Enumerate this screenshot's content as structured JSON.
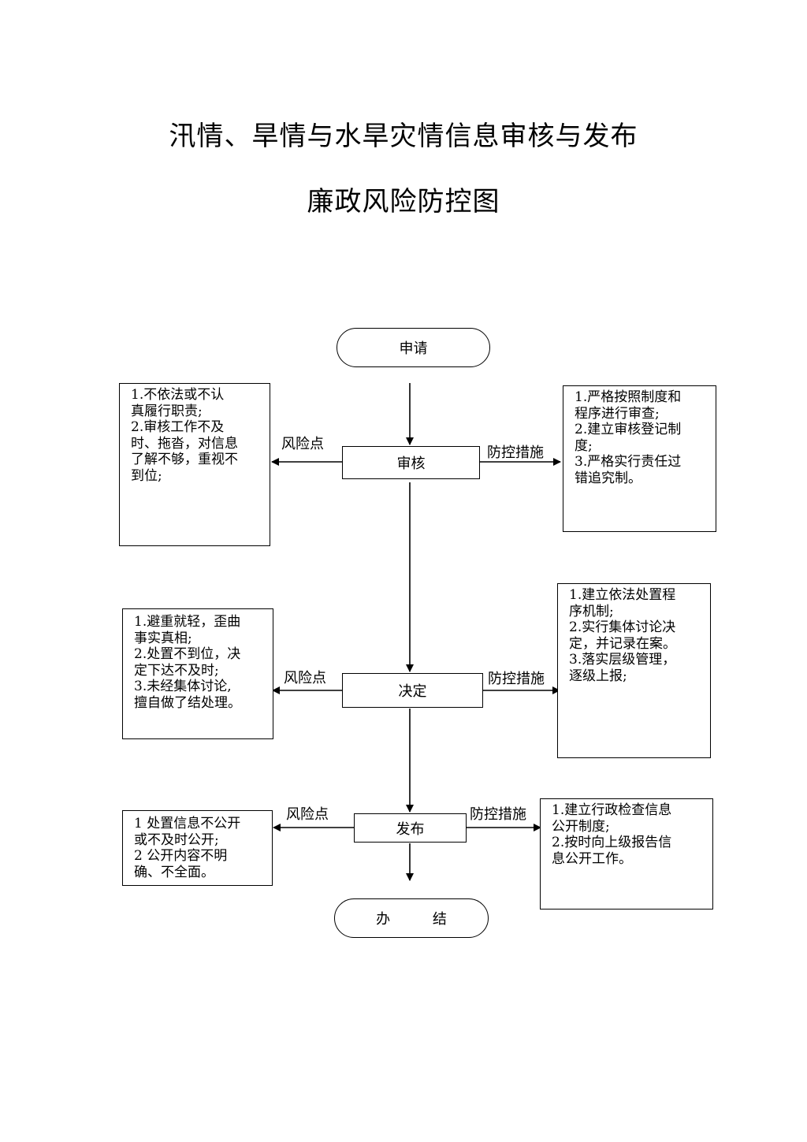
{
  "title_line1": "汛情、旱情与水旱灾情信息审核与发布",
  "title_line2": "廉政风险防控图",
  "nodes": {
    "start": "申请",
    "review": "审核",
    "decide": "决定",
    "publish": "发布",
    "end": "办 结"
  },
  "labels": {
    "risk": "风险点",
    "control": "防控措施"
  },
  "risk_boxes": {
    "review": [
      "1.不依法或不认",
      "真履行职责;",
      "2.审核工作不及",
      "时、拖沓，对信息",
      "了解不够，重视不",
      "到位;"
    ],
    "decide": [
      "1.避重就轻，歪曲",
      "事实真相;",
      "2.处置不到位，决",
      "定下达不及时;",
      "3.未经集体讨论,",
      "擅自做了结处理。"
    ],
    "publish": [
      "1 处置信息不公开",
      "或不及时公开;",
      "2 公开内容不明",
      "确、不全面。"
    ]
  },
  "control_boxes": {
    "review": [
      "1.严格按照制度和",
      "程序进行审查;",
      "2.建立审核登记制",
      "度;",
      "3.严格实行责任过",
      "错追究制。"
    ],
    "decide": [
      "1.建立依法处置程",
      "序机制;",
      "2.实行集体讨论决",
      "定，并记录在案。",
      "3.落实层级管理，",
      "逐级上报;"
    ],
    "publish": [
      "1.建立行政检查信息",
      "公开制度;",
      "2.按时向上级报告信",
      "息公开工作。"
    ]
  }
}
